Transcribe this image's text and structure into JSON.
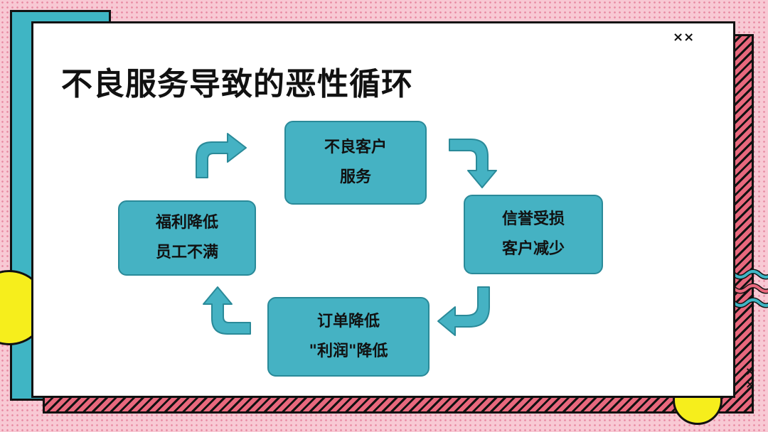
{
  "slide": {
    "title": "不良服务导致的恶性循环"
  },
  "cycle": {
    "top": {
      "line1": "不良客户",
      "line2": "服务"
    },
    "right": {
      "line1": "信誉受损",
      "line2": "客户减少"
    },
    "bottom": {
      "line1": "订单降低",
      "line2": "\"利润\"降低"
    },
    "left": {
      "line1": "福利降低",
      "line2": "员工不满"
    }
  },
  "colors": {
    "node_fill": "#45b2c3",
    "teal": "#3fb5c4",
    "pink": "#f8c9d4",
    "stripe": "#e8687d",
    "yellow": "#f6ee1c"
  }
}
